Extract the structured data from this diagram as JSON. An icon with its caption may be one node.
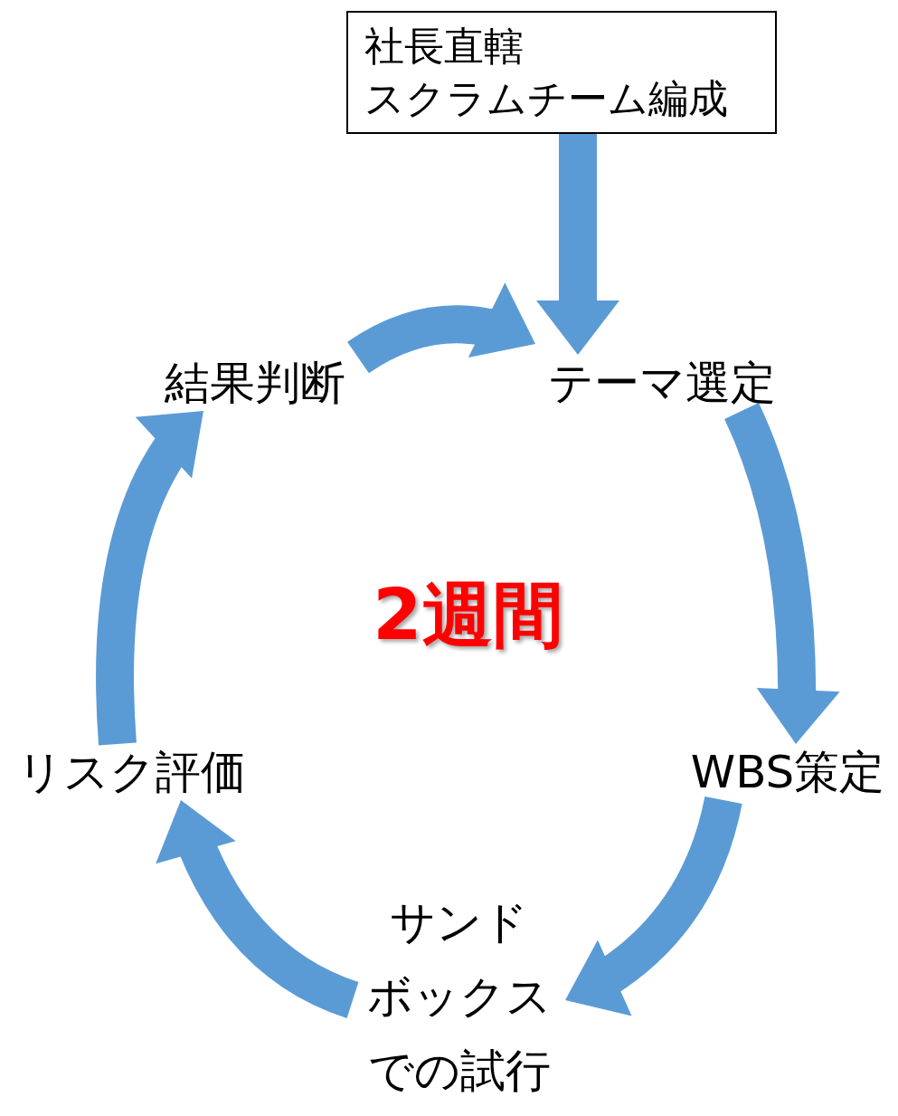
{
  "diagram": {
    "nodes": [
      {
        "text": [
          "社長直轄スクラムチーム編成"
        ]
      },
      {
        "text": [
          "テーマ選定"
        ]
      },
      {
        "text": [
          "WBS策定"
        ]
      },
      {
        "text": [
          "サンドボックスでの試行"
        ]
      },
      {
        "text": [
          "リスク評価"
        ]
      },
      {
        "text": [
          "結果判断"
        ]
      }
    ],
    "edges": [
      {
        "from": 0,
        "to": 1,
        "arrow": "to"
      },
      {
        "from": 1,
        "to": 2,
        "arrow": "to"
      },
      {
        "from": 2,
        "to": 3,
        "arrow": "to"
      },
      {
        "from": 3,
        "to": 4,
        "arrow": "to"
      },
      {
        "from": 4,
        "to": 5,
        "arrow": "to"
      },
      {
        "from": 5,
        "to": 1,
        "arrow": "to"
      }
    ],
    "labels": [
      "2週間"
    ]
  }
}
